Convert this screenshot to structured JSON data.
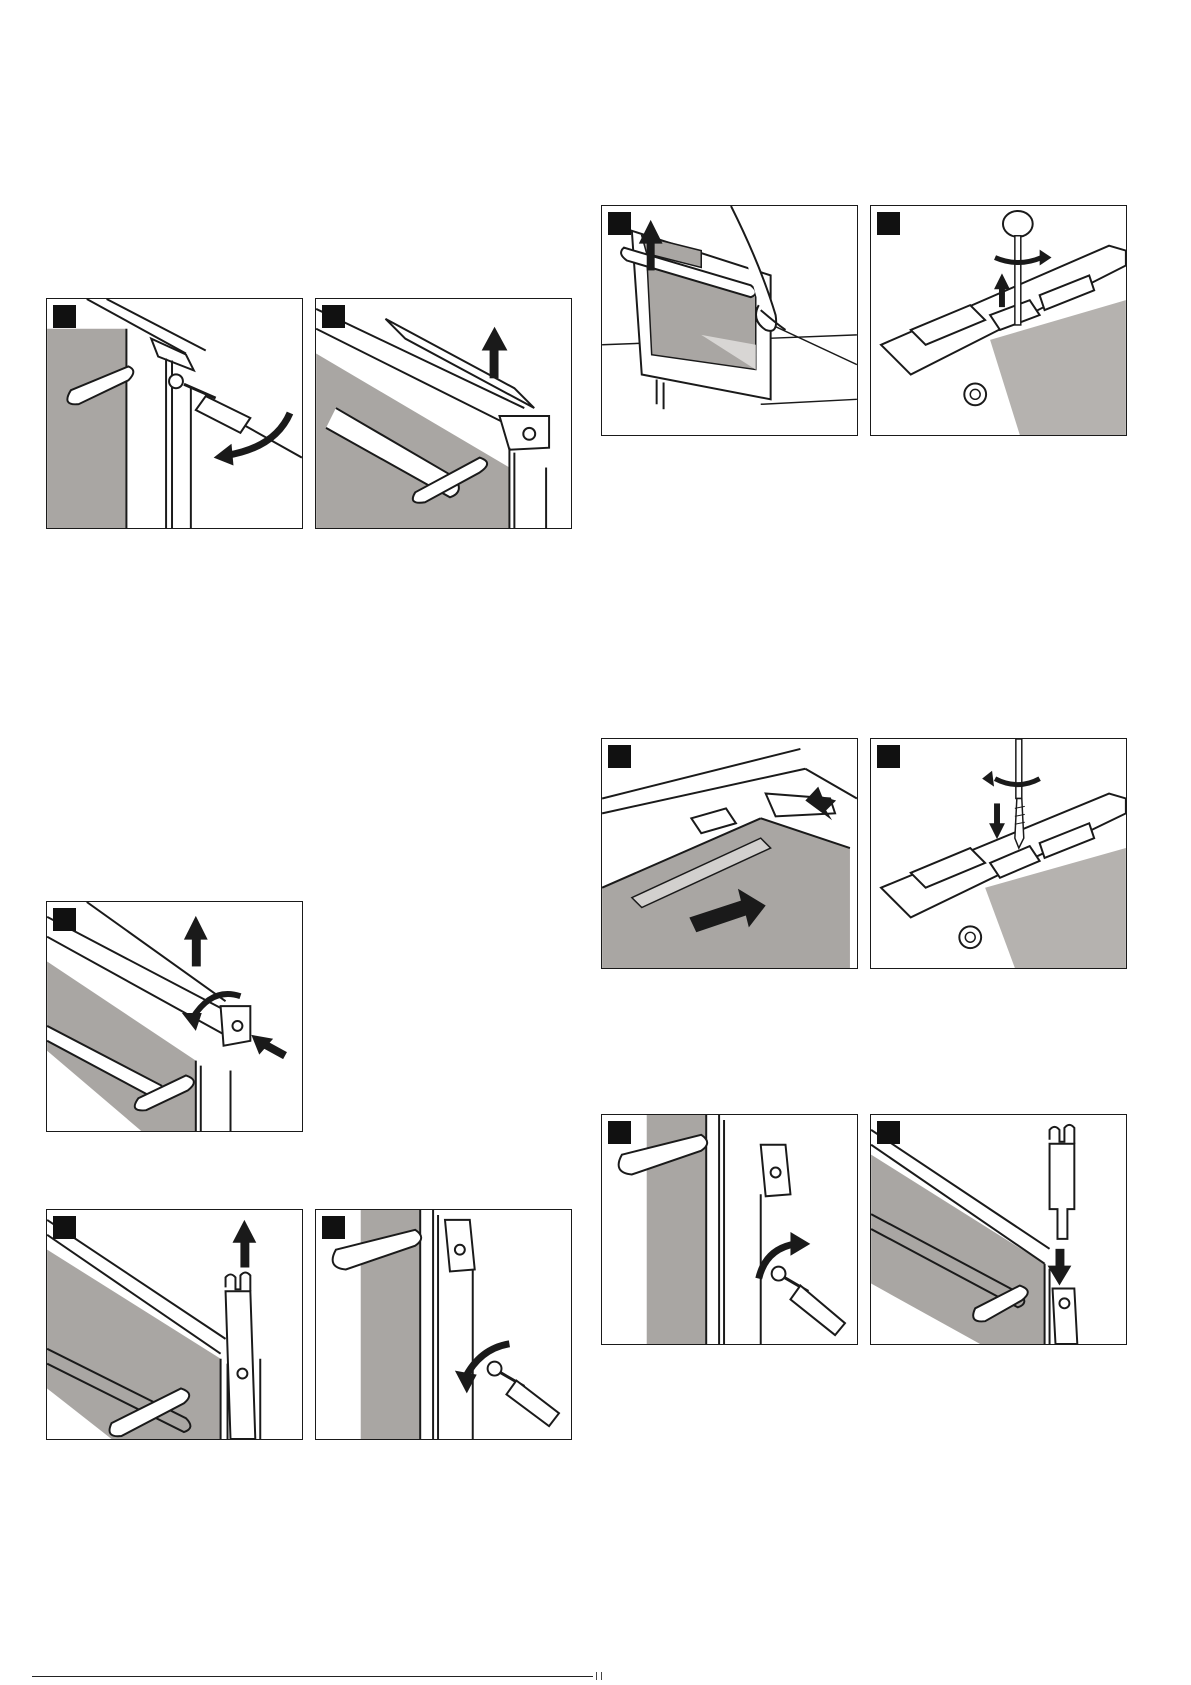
{
  "document": {
    "colors": {
      "ink": "#1a1a1a",
      "glass_grey": "#a9a6a3",
      "paper": "#ffffff"
    },
    "panels": [
      {
        "id": "A1",
        "scene": "hinge-screw-loosen-left",
        "arrow": "ccw-curved"
      },
      {
        "id": "A2",
        "scene": "top-cover-lift-off",
        "arrow": "up"
      },
      {
        "id": "B1",
        "scene": "door-panel-lift-out",
        "arrow": "up"
      },
      {
        "id": "B2",
        "scene": "screwdriver-unscrew-clip",
        "arrow": "rotate-and-up"
      },
      {
        "id": "C1",
        "scene": "top-cover-release-tabs",
        "arrow": "up-and-curved-and-push"
      },
      {
        "id": "D1",
        "scene": "hinge-clip-lift-up",
        "arrow": "up"
      },
      {
        "id": "D2",
        "scene": "hinge-screw-loosen-right",
        "arrow": "ccw-curved"
      },
      {
        "id": "E1",
        "scene": "door-panel-slide-in",
        "arrow": "push-in"
      },
      {
        "id": "E2",
        "scene": "screwdriver-refit-screw",
        "arrow": "rotate-and-down"
      },
      {
        "id": "F1",
        "scene": "hinge-screw-tighten",
        "arrow": "cw-curved"
      },
      {
        "id": "F2",
        "scene": "hinge-clip-insert-down",
        "arrow": "down"
      }
    ]
  }
}
